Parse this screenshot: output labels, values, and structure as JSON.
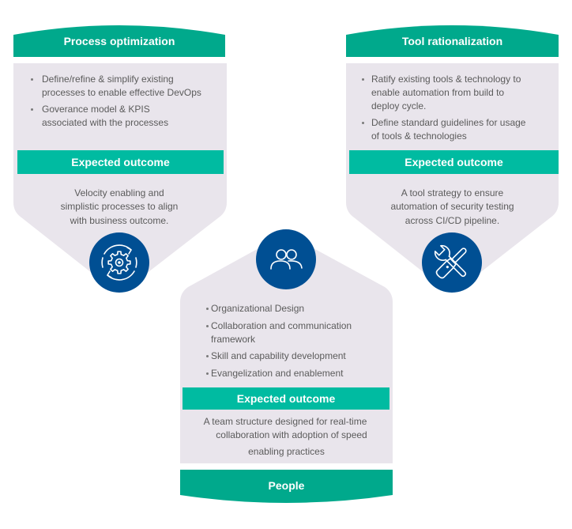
{
  "colors": {
    "header_green": "#00a98c",
    "outcome_green": "#00bba1",
    "panel_gray": "#e9e5ec",
    "icon_blue": "#004f93",
    "text_gray": "#5b5b5b"
  },
  "cards": {
    "process": {
      "title": "Process optimization",
      "icon": "gear-cycle-icon",
      "bullets": [
        [
          "Define/refine & simplify existing",
          "processes to enable effective DevOps"
        ],
        [
          "Goverance model & KPIS",
          "associated with the processes"
        ]
      ],
      "outcome_label": "Expected outcome",
      "outcome_lines": [
        "Velocity enabling and",
        "simplistic processes to align",
        "with business outcome."
      ]
    },
    "tool": {
      "title": "Tool rationalization",
      "icon": "tools-icon",
      "bullets": [
        [
          "Ratify existing tools & technology to",
          "enable automation from build to",
          "deploy cycle."
        ],
        [
          "Define standard guidelines for usage",
          "of tools & technologies"
        ]
      ],
      "outcome_label": "Expected outcome",
      "outcome_lines": [
        "A tool strategy to ensure",
        "automation of security testing",
        "across CI/CD pipeline."
      ]
    },
    "people": {
      "title": "People",
      "icon": "people-icon",
      "bullets": [
        [
          "Organizational Design"
        ],
        [
          "Collaboration and communication",
          "framework"
        ],
        [
          "Skill and capability development"
        ],
        [
          "Evangelization and enablement"
        ]
      ],
      "outcome_label": "Expected outcome",
      "outcome_lines": [
        "A team structure designed for real-time",
        "collaboration with adoption of speed",
        "enabling practices"
      ]
    }
  }
}
